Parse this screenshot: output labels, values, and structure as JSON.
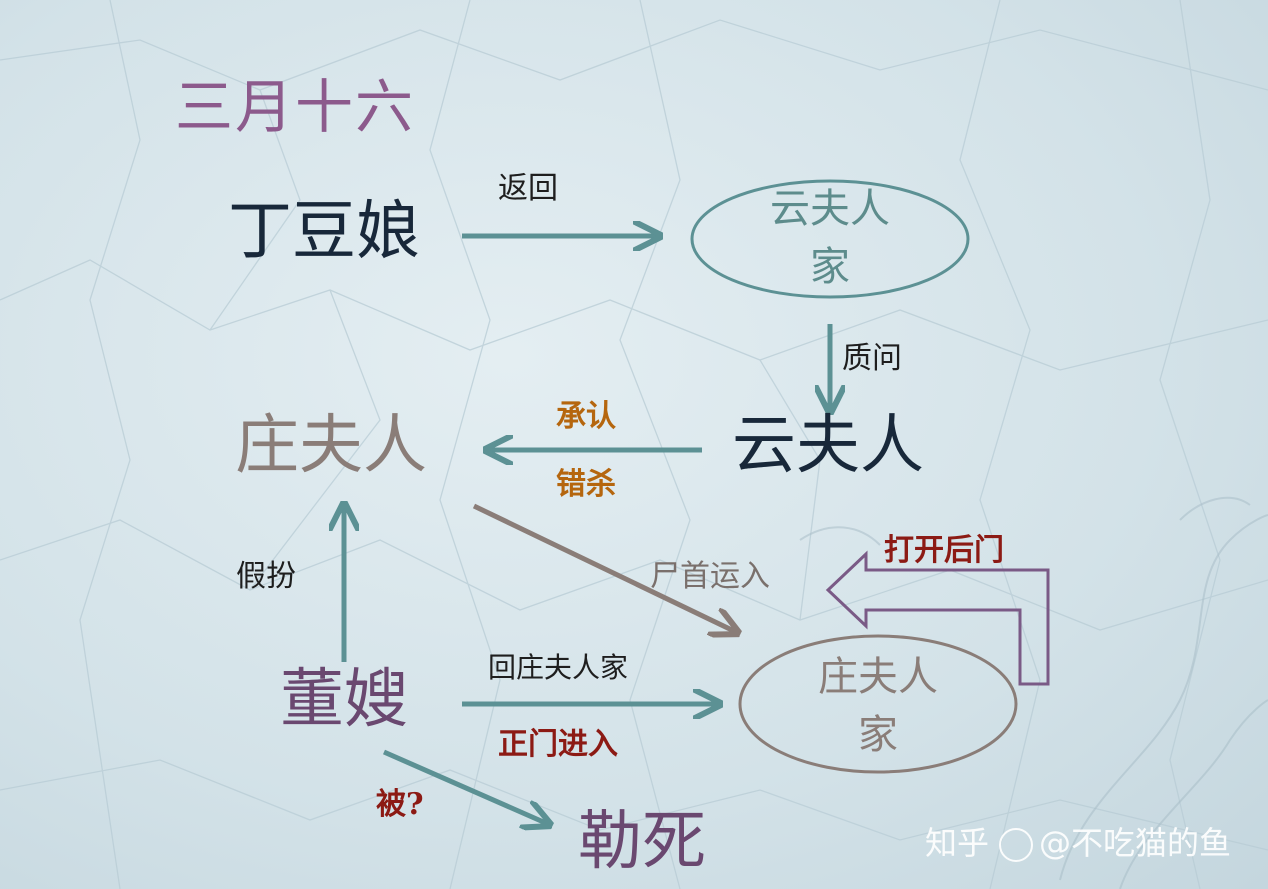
{
  "title": "三月十六",
  "nodes": {
    "ding_douniang": "丁豆娘",
    "yun_furen_home": "云夫人家",
    "yun_furen_home_line1": "云夫人",
    "yun_furen_home_line2": "家",
    "yun_furen": "云夫人",
    "zhuang_furen": "庄夫人",
    "dong_sao": "董嫂",
    "zhuang_furen_home_line1": "庄夫人",
    "zhuang_furen_home_line2": "家",
    "le_si": "勒死"
  },
  "edges": {
    "return": "返回",
    "question": "质问",
    "admit": "承认",
    "mistaken_kill": "错杀",
    "disguise": "假扮",
    "corpse_transport": "尸首运入",
    "open_back_door": "打开后门",
    "back_to_zhuang_home": "回庄夫人家",
    "front_door_enter": "正门进入",
    "by": "被?"
  },
  "watermark": {
    "text_left": "知乎",
    "text_right": "@不吃猫的鱼"
  },
  "colors": {
    "arrow_teal": "#5c9194",
    "arrow_gray": "#8a7d78",
    "arrow_purple": "#7a5a86",
    "node_dark": "#18283a",
    "node_purple": "#6a4870",
    "title": "#8c5a8c",
    "label_orange": "#b5660e",
    "label_red": "#8c1a14"
  }
}
